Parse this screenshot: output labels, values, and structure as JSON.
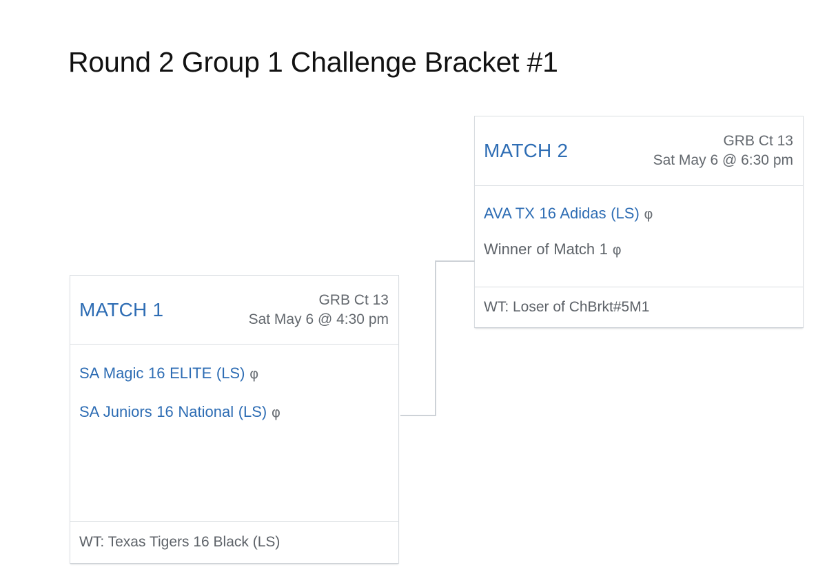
{
  "page": {
    "title": "Round 2 Group 1 Challenge Bracket #1"
  },
  "accent_colors": {
    "link_blue": "#2e6db4",
    "text_gray": "#5d6268",
    "border_gray": "#d9dde1",
    "connector_gray": "#cdd2d7",
    "background": "#ffffff"
  },
  "matches": [
    {
      "label": "MATCH 1",
      "court": "GRB Ct 13",
      "time": "Sat May 6 @ 4:30 pm",
      "teams": [
        {
          "name": "SA Magic 16 ELITE (LS)",
          "score": "φ",
          "is_link": true
        },
        {
          "name": "SA Juniors 16 National (LS)",
          "score": "φ",
          "is_link": true
        }
      ],
      "work_team": "WT: Texas Tigers 16 Black (LS)"
    },
    {
      "label": "MATCH 2",
      "court": "GRB Ct 13",
      "time": "Sat May 6 @ 6:30 pm",
      "teams": [
        {
          "name": "AVA TX 16 Adidas (LS)",
          "score": "φ",
          "is_link": true
        },
        {
          "name": "Winner of Match 1",
          "score": "φ",
          "is_link": false
        }
      ],
      "work_team": "WT: Loser of ChBrkt#5M1"
    }
  ]
}
